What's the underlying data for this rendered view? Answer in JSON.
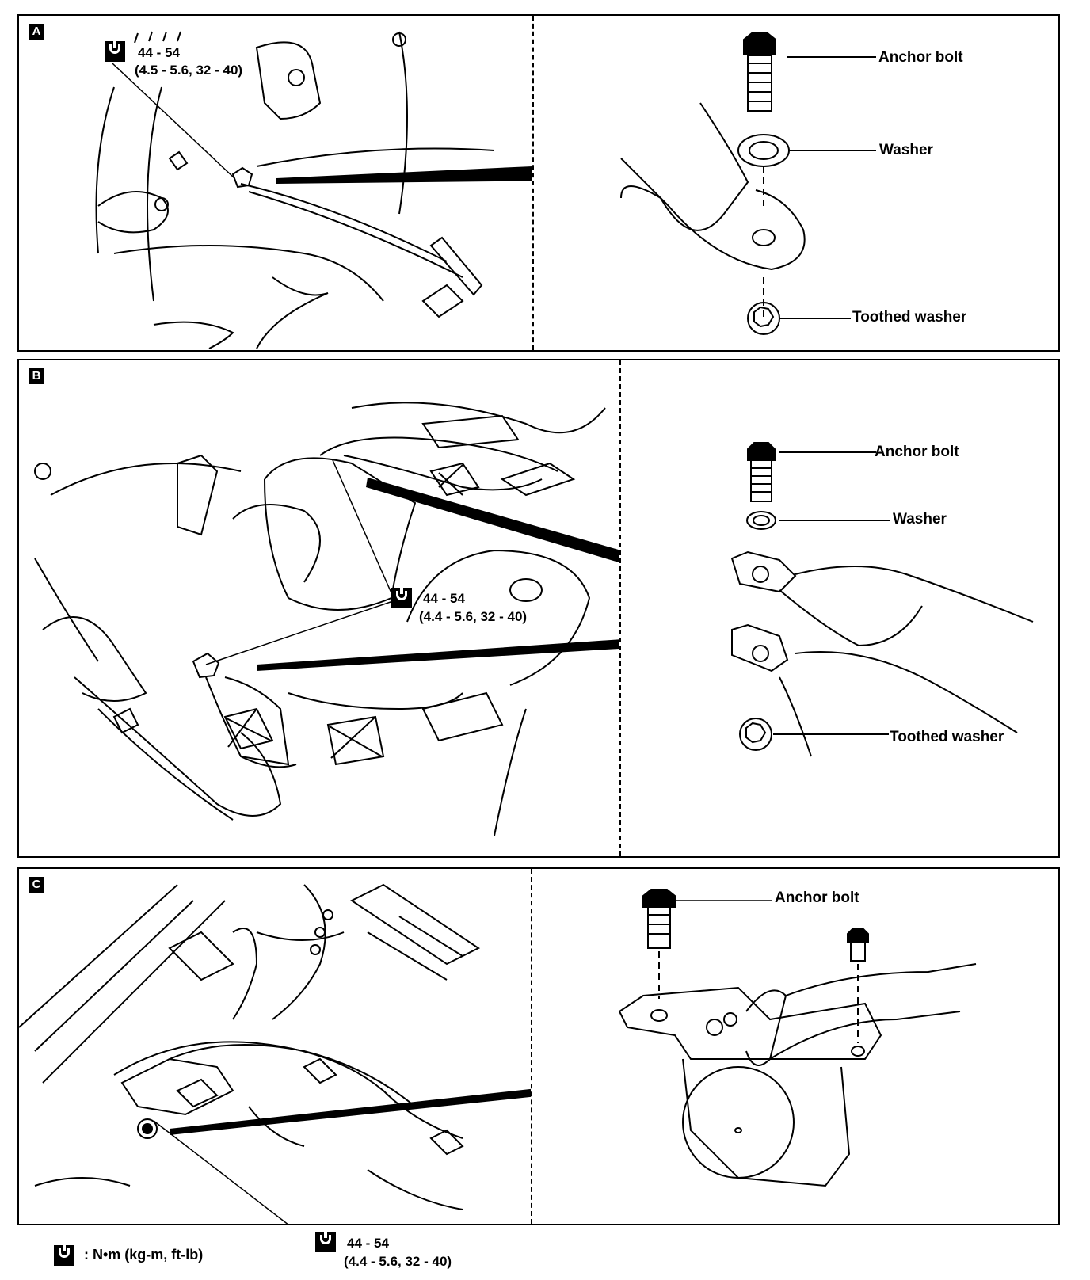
{
  "panels": [
    {
      "id": "A",
      "torque_value": "44 - 54",
      "torque_detail": "(4.5 - 5.6, 32 - 40)",
      "labels": {
        "anchor_bolt": "Anchor bolt",
        "washer": "Washer",
        "toothed_washer": "Toothed washer"
      }
    },
    {
      "id": "B",
      "torque_value": "44 - 54",
      "torque_detail": "(4.4 - 5.6, 32 - 40)",
      "labels": {
        "anchor_bolt": "Anchor bolt",
        "washer": "Washer",
        "toothed_washer": "Toothed washer"
      }
    },
    {
      "id": "C",
      "torque_value": "44 - 54",
      "torque_detail": "(4.4 - 5.6, 32 - 40)",
      "labels": {
        "anchor_bolt": "Anchor bolt"
      }
    }
  ],
  "legend": {
    "text": ": N•m (kg-m, ft-lb)",
    "icon": "torque-wrench-icon"
  }
}
